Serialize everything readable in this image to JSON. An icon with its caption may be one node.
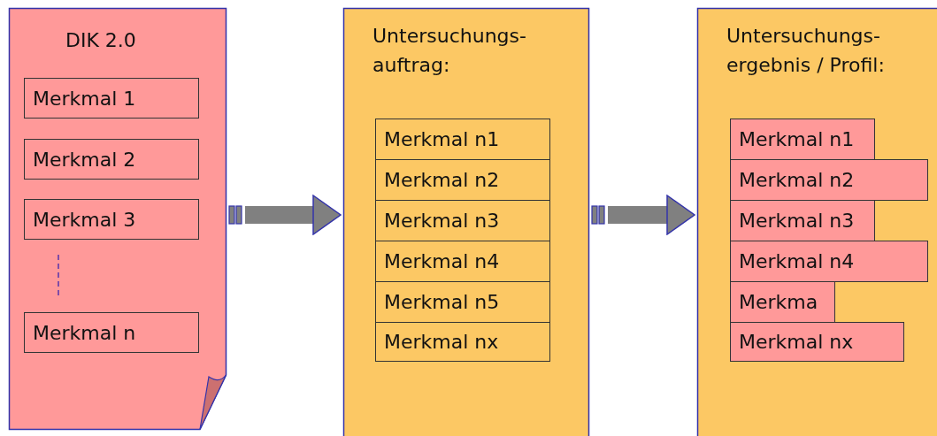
{
  "diagram": {
    "nodes": [
      {
        "text": [
          "DIK 2.0"
        ]
      },
      {
        "text": [
          "Merkmal 1"
        ],
        "in": 0
      },
      {
        "text": [
          "Merkmal 2"
        ],
        "in": 0
      },
      {
        "text": [
          "Merkmal 3"
        ],
        "in": 0
      },
      {
        "text": [
          "Merkmal n"
        ],
        "in": 0
      },
      {
        "text": [
          "Untersuchungs- auftrag:"
        ]
      },
      {
        "text": [
          "Merkmal n1"
        ],
        "in": 5
      },
      {
        "text": [
          "Merkmal n2"
        ],
        "in": 5
      },
      {
        "text": [
          "Merkmal n3"
        ],
        "in": 5
      },
      {
        "text": [
          "Merkmal n4"
        ],
        "in": 5
      },
      {
        "text": [
          "Merkmal n5"
        ],
        "in": 5
      },
      {
        "text": [
          "Merkmal nx"
        ],
        "in": 5
      },
      {
        "text": [
          "Untersuchungs- ergebnis / Profil:"
        ]
      },
      {
        "text": [
          "Merkmal n1"
        ],
        "in": 12
      },
      {
        "text": [
          "Merkmal n2"
        ],
        "in": 12
      },
      {
        "text": [
          "Merkmal n3"
        ],
        "in": 12
      },
      {
        "text": [
          "Merkmal n4"
        ],
        "in": 12
      },
      {
        "text": [
          "Merkma"
        ],
        "in": 12
      },
      {
        "text": [
          "Merkmal nx"
        ],
        "in": 12
      }
    ],
    "edges": [
      {
        "from": 0,
        "to": 5,
        "arrow": "to"
      },
      {
        "from": 5,
        "to": 12,
        "arrow": "to"
      }
    ]
  }
}
